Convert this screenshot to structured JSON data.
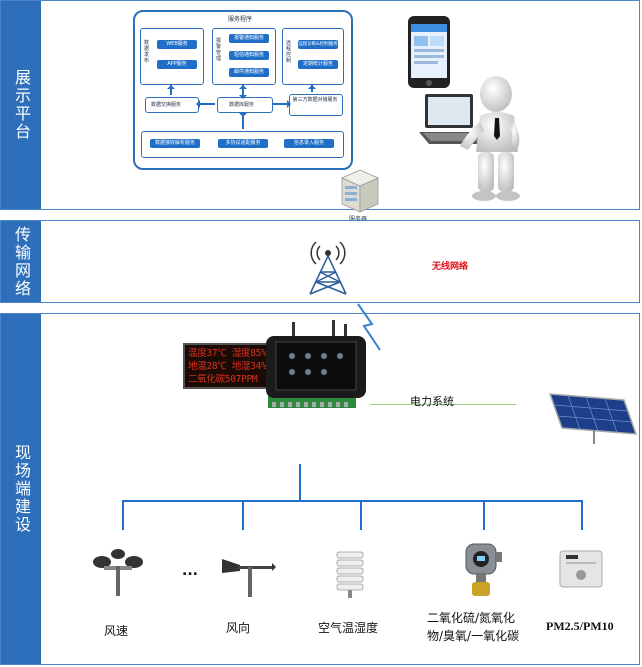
{
  "sections": {
    "display": "展示平台",
    "transport": "传输网络",
    "field": "现场端建设"
  },
  "service_platform": {
    "title": "服务程序",
    "group1_side": "数据发布",
    "group1_items": [
      "WEB服务",
      "APP服务"
    ],
    "group2_side": "报警管理",
    "group2_items": [
      "报警通知服务",
      "短信通知服务",
      "邮件通知服务"
    ],
    "group3_side": "远程控制",
    "group3_items": [
      "远程诊断&控制服务",
      "定期统计服务"
    ],
    "middle": [
      "数据交换服务",
      "数据库服务",
      "第三方数据对接服务"
    ],
    "bottom": [
      "数据接收解析服务",
      "多协议适配服务",
      "信息录入服务"
    ]
  },
  "server_label": "服务器",
  "wireless_label": "无线网络",
  "led_lines": [
    "温度37℃ 湿度85%",
    "地温28℃ 地湿34%",
    "二氧化碳507PPM"
  ],
  "power_label": "电力系统",
  "ellipsis": "...",
  "sensors": [
    "风速",
    "风向",
    "空气温湿度",
    "二氧化硫/氮氧化物/臭氧/一氧化碳",
    "PM2.5/PM10"
  ],
  "sensor_lines": [
    "二氧化硫/氮氧化",
    "物/臭氧/一氧化碳"
  ],
  "colors": {
    "accent": "#2d6fba",
    "wireless": "#e0101a",
    "led": "#d8311c"
  }
}
